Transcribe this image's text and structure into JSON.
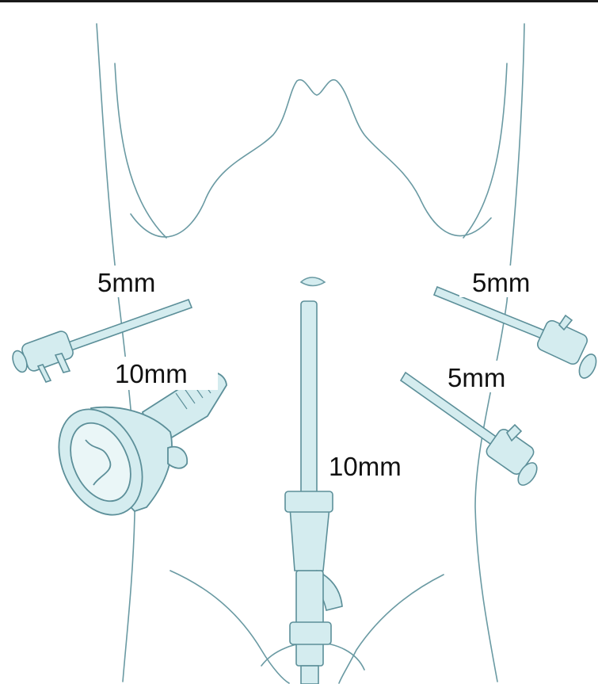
{
  "figure": {
    "colors": {
      "outline": "#6a9aa3",
      "trocar_fill": "#d4ecef",
      "trocar_stroke": "#5c8f99",
      "label": "#111111"
    },
    "ports": [
      {
        "label": "5mm",
        "side": "left-upper"
      },
      {
        "label": "10mm",
        "side": "left-lower"
      },
      {
        "label": "5mm",
        "side": "right-upper"
      },
      {
        "label": "5mm",
        "side": "right-lower"
      },
      {
        "label": "10mm",
        "side": "umbilical"
      }
    ]
  }
}
